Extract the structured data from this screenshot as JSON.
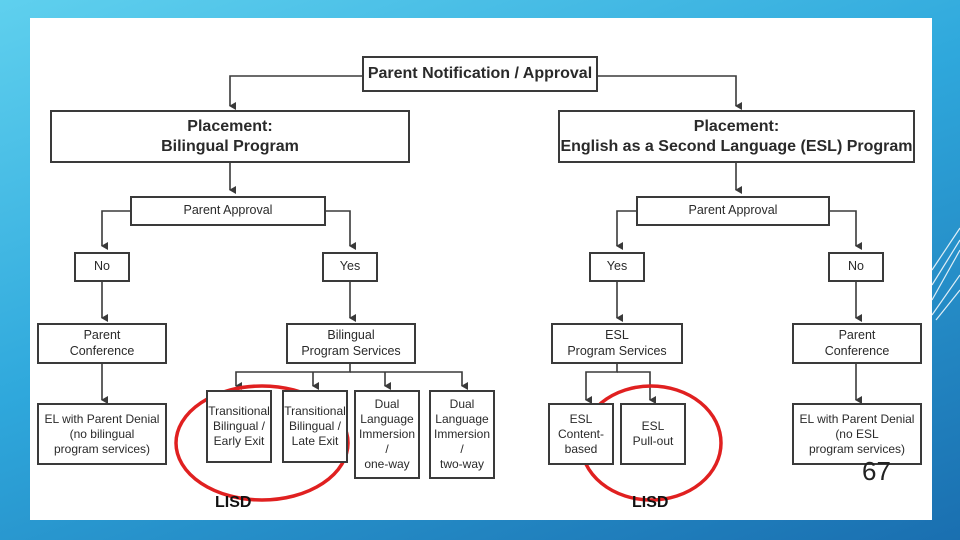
{
  "boxes": {
    "top": "Parent Notification / Approval",
    "placement_bilingual": "Placement:\nBilingual Program",
    "placement_esl": "Placement:\nEnglish as a Second Language (ESL) Program",
    "approval_left": "Parent Approval",
    "approval_right": "Parent Approval",
    "no_left": "No",
    "yes_left": "Yes",
    "yes_right": "Yes",
    "no_right": "No",
    "parent_conf_left": "Parent\nConference",
    "bilingual_services": "Bilingual\nProgram Services",
    "esl_services": "ESL\nProgram Services",
    "parent_conf_right": "Parent\nConference",
    "denial_left": "EL with Parent Denial\n(no bilingual\nprogram services)",
    "transitional_early": "Transitional\nBilingual /\nEarly Exit",
    "transitional_late": "Transitional\nBilingual /\nLate Exit",
    "dual_one_way": "Dual\nLanguage\nImmersion /\none-way",
    "dual_two_way": "Dual\nLanguage\nImmersion /\ntwo-way",
    "esl_content": "ESL\nContent-\nbased",
    "esl_pullout": "ESL\nPull-out",
    "denial_right": "EL with Parent Denial\n(no ESL\nprogram services)"
  },
  "labels": {
    "lisd_left": "LISD",
    "lisd_right": "LISD",
    "page_number": "67"
  },
  "colors": {
    "highlight_circle": "#e02020",
    "background_top": "#5fd0ee",
    "background_bottom": "#1a6fb0"
  }
}
